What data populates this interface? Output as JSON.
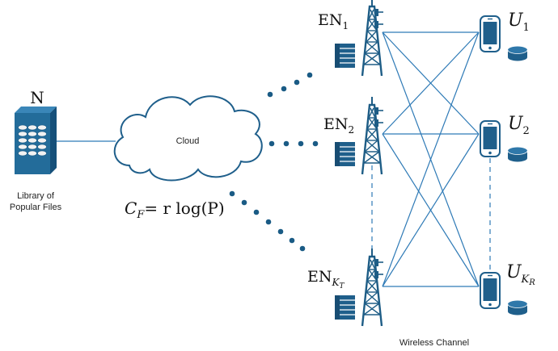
{
  "server": {
    "label": "N",
    "caption_line1": "Library of",
    "caption_line2": "Popular Files"
  },
  "cloud": {
    "label": "Cloud"
  },
  "formula": {
    "c": "C",
    "c_sub": "F",
    "rhs": "= r log(P)"
  },
  "edge_nodes": [
    {
      "base": "EN",
      "sub": "1"
    },
    {
      "base": "EN",
      "sub": "2"
    },
    {
      "base": "EN",
      "sub": "K",
      "sub_sub": "T"
    }
  ],
  "users": [
    {
      "base": "U",
      "sub": "1"
    },
    {
      "base": "U",
      "sub": "2"
    },
    {
      "base": "U",
      "sub": "K",
      "sub_sub": "R"
    }
  ],
  "channel": {
    "label": "Wireless Channel"
  },
  "colors": {
    "accent": "#1f5f8b",
    "accent_dark": "#184d73",
    "line": "#2e7ab6",
    "tower": "#1e5d86",
    "server_body": "#236c9a",
    "text": "#111111"
  }
}
